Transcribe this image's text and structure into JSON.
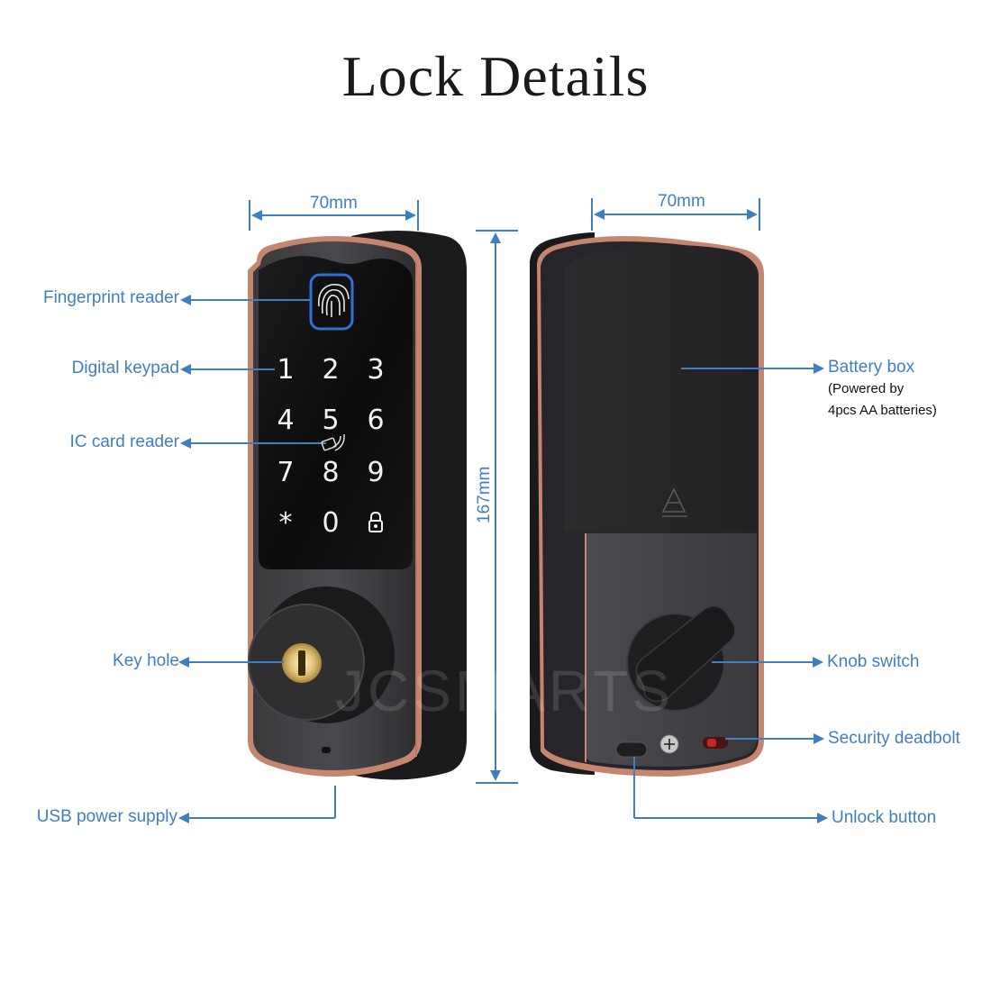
{
  "title": "Lock Details",
  "watermark": "JCSMARTS",
  "dimensions": {
    "front_width": "70mm",
    "back_width": "70mm",
    "height": "167mm"
  },
  "labels": {
    "fingerprint_reader": "Fingerprint reader",
    "digital_keypad": "Digital keypad",
    "ic_card_reader": "IC card reader",
    "key_hole": "Key hole",
    "usb_power_supply": "USB power supply",
    "battery_box": "Battery box",
    "battery_note_line1": "(Powered by",
    "battery_note_line2": "4pcs AA batteries)",
    "knob_switch": "Knob switch",
    "security_deadbolt": "Security deadbolt",
    "unlock_button": "Unlock button"
  },
  "keypad": {
    "keys": [
      "1",
      "2",
      "3",
      "4",
      "5",
      "6",
      "7",
      "8",
      "9",
      "*",
      "0",
      "lock-icon"
    ]
  },
  "colors": {
    "accent_blue": "#3f7fc0",
    "lock_body": "#2b2b2e",
    "copper_trim": "#c4866e",
    "fingerprint_ring": "#2f6fd6"
  }
}
